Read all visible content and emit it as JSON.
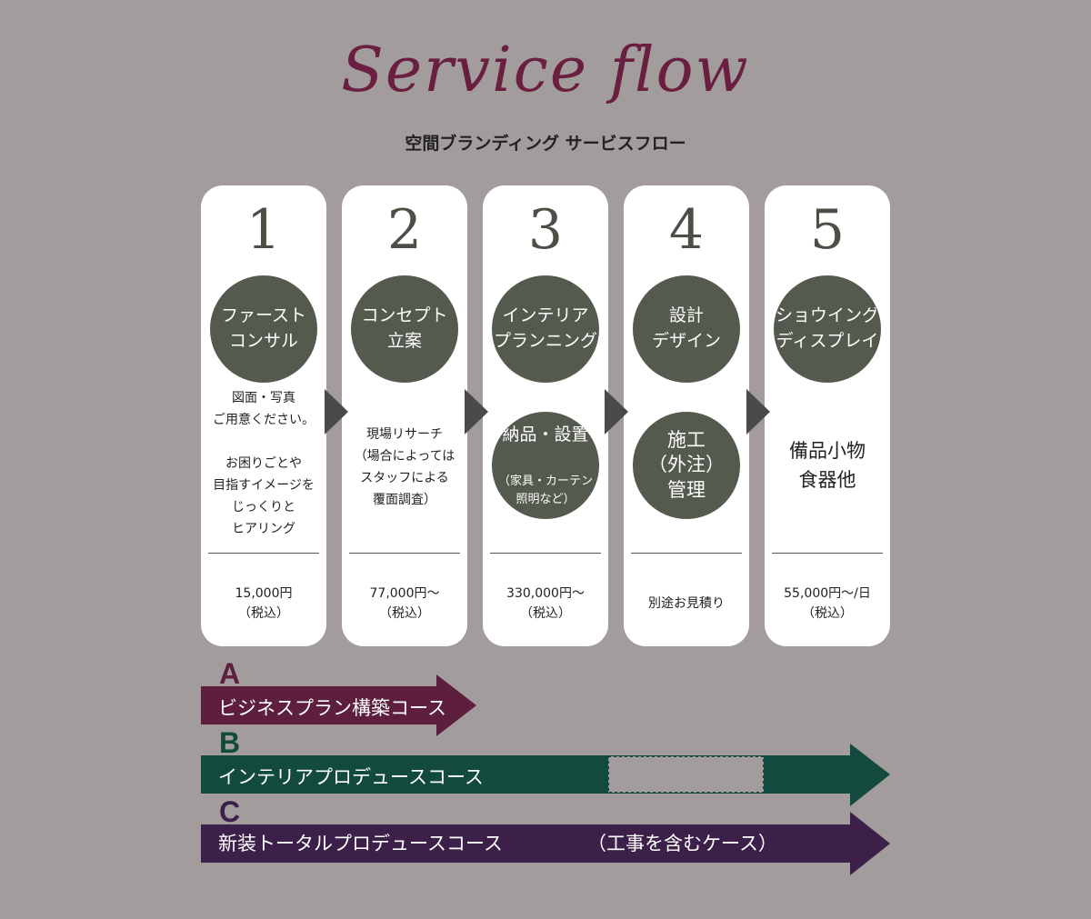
{
  "header": {
    "script_title": "Service flow",
    "subtitle": "空間ブランディング サービスフロー"
  },
  "steps": [
    {
      "number": "1",
      "circle1": "ファースト\nコンサル",
      "description": "図面・写真\nご用意ください。\n\nお困りごとや\n目指すイメージを\nじっくりと\nヒアリング",
      "price": "15,000円\n（税込）"
    },
    {
      "number": "2",
      "circle1": "コンセプト\n立案",
      "description": "現場リサーチ\n（場合によっては\nスタッフによる\n覆面調査）",
      "price": "77,000円〜\n（税込）"
    },
    {
      "number": "3",
      "circle1": "インテリア\nプランニング",
      "circle2_main": "納品・設置",
      "circle2_sub": "（家具・カーテン\n照明など）",
      "price": "330,000円〜\n（税込）"
    },
    {
      "number": "4",
      "circle1": "設計\nデザイン",
      "circle2_main": "施工\n（外注）\n管理",
      "price": "別途お見積り"
    },
    {
      "number": "5",
      "circle1": "ショウイング\nディスプレイ",
      "description": "備品小物\n食器他",
      "price": "55,000円〜/日\n（税込）"
    }
  ],
  "courses": [
    {
      "letter": "A",
      "label": "ビジネスプラン構築コース",
      "color": "#5e1e3d"
    },
    {
      "letter": "B",
      "label": "インテリアプロデュースコース",
      "color": "#134a3e"
    },
    {
      "letter": "C",
      "label": "新装トータルプロデュースコース",
      "note": "（工事を含むケース）",
      "color": "#3c2049"
    }
  ],
  "colors": {
    "background": "#a29d9c",
    "title": "#6a1f41",
    "circle": "#545a4e",
    "step_arrow": "#4a4a4a"
  }
}
